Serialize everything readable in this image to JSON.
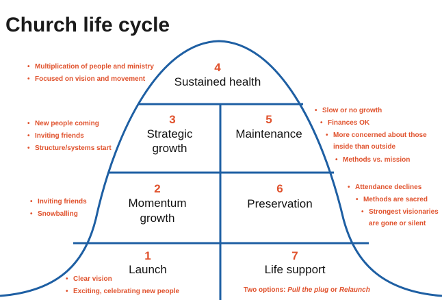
{
  "title": "Church life cycle",
  "colors": {
    "curve": "#1e5fa3",
    "accent": "#e0522d",
    "text": "#111111"
  },
  "stages": {
    "s1": {
      "num": "1",
      "label": "Launch"
    },
    "s2": {
      "num": "2",
      "label1": "Momentum",
      "label2": "growth"
    },
    "s3": {
      "num": "3",
      "label1": "Strategic",
      "label2": "growth"
    },
    "s4": {
      "num": "4",
      "label": "Sustained health"
    },
    "s5": {
      "num": "5",
      "label": "Maintenance"
    },
    "s6": {
      "num": "6",
      "label": "Preservation"
    },
    "s7": {
      "num": "7",
      "label": "Life support"
    }
  },
  "notes": {
    "n4": [
      "Multiplication of people and ministry",
      "Focused on vision and movement"
    ],
    "n3": [
      "New people coming",
      "Inviting friends",
      "Structure/systems start"
    ],
    "n2": [
      "Inviting friends",
      "Snowballing"
    ],
    "n1": [
      "Clear vision",
      "Exciting, celebrating new people"
    ],
    "n5": [
      "Slow or no growth",
      "Finances OK",
      "More concerned about those",
      "inside than outside",
      "Methods vs. mission"
    ],
    "n6": [
      "Attendance declines",
      "Methods are sacred",
      "Strongest visionaries",
      "are gone or silent"
    ],
    "n7": {
      "prefix": "Two options: ",
      "opt1": "Pull the plug",
      "mid": " or ",
      "opt2": "Relaunch"
    }
  }
}
